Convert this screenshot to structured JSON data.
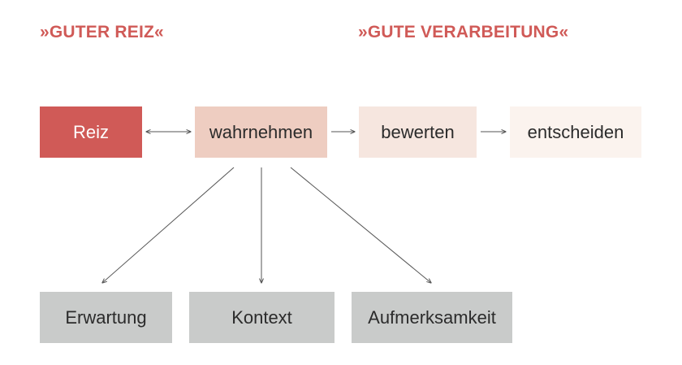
{
  "headings": {
    "left": "»GUTER REIZ«",
    "right": "»GUTE VERARBEITUNG«"
  },
  "process": {
    "reiz": "Reiz",
    "wahrnehmen": "wahrnehmen",
    "bewerten": "bewerten",
    "entscheiden": "entscheiden"
  },
  "factors": {
    "erwartung": "Erwartung",
    "kontext": "Kontext",
    "aufmerksamkeit": "Aufmerksamkeit"
  },
  "colors": {
    "accent": "#d05a57",
    "reiz_fill": "#d05a57",
    "wahrnehmen_fill": "#eecdc1",
    "bewerten_fill": "#f6e6df",
    "entscheiden_fill": "#fbf3ee",
    "factor_fill": "#c9cbca",
    "arrow": "#555555"
  }
}
